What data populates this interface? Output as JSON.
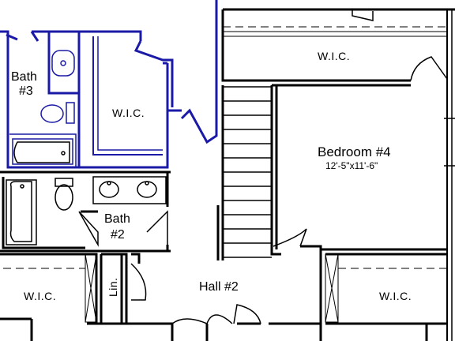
{
  "rooms": {
    "bath3_line1": "Bath",
    "bath3_line2": "#3",
    "wic_top": "W.I.C.",
    "wic_bath3": "W.I.C.",
    "bedroom4": "Bedroom #4",
    "bedroom4_dims": "12'-5\"x11'-6\"",
    "bath2_line1": "Bath",
    "bath2_line2": "#2",
    "wic_left": "W.I.C.",
    "linen": "Lin.",
    "hall2": "Hall #2",
    "wic_right": "W.I.C."
  },
  "colors": {
    "wall": "#000000",
    "highlight": "#1a1aa6",
    "background": "#ffffff"
  }
}
